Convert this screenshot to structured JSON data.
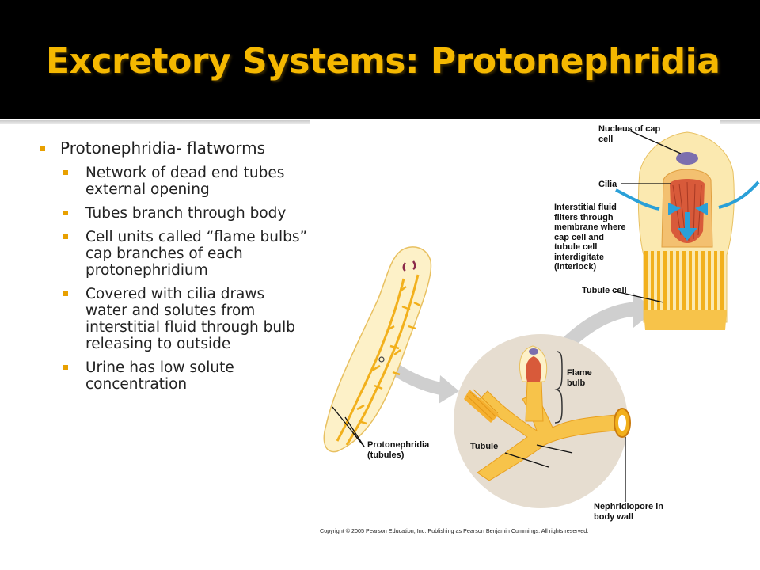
{
  "slide": {
    "title": "Excretory Systems: Protonephridia",
    "bullets": [
      {
        "text": "Protonephridia- flatworms",
        "sub": [
          "Network of dead end tubes external opening",
          "Tubes branch through body",
          "Cell units called “flame bulbs” cap branches of each protonephridium",
          "Covered with cilia draws water and solutes from interstitial fluid through bulb releasing to outside",
          "Urine has low solute concentration"
        ]
      }
    ]
  },
  "figure": {
    "labels": {
      "nucleus": "Nucleus of cap cell",
      "cilia": "Cilia",
      "interstitial": "Interstitial fluid filters through membrane where cap cell and tubule cell interdigitate (interlock)",
      "tubule_cell": "Tubule cell",
      "flame_bulb": "Flame bulb",
      "tubule": "Tubule",
      "protonephridia": "Protonephridia (tubules)",
      "nephridiopore": "Nephridiopore in body wall"
    },
    "copyright": "Copyright © 2005 Pearson Education, Inc. Publishing as Pearson Benjamin Cummings. All rights reserved.",
    "colors": {
      "body": "#fbe9b0",
      "tubules": "#f2b01c",
      "cilia": "#d85a3a",
      "nucleus": "#7c6fae",
      "arrows": "#2aa0d8",
      "circle": "#e6ddd0"
    }
  }
}
